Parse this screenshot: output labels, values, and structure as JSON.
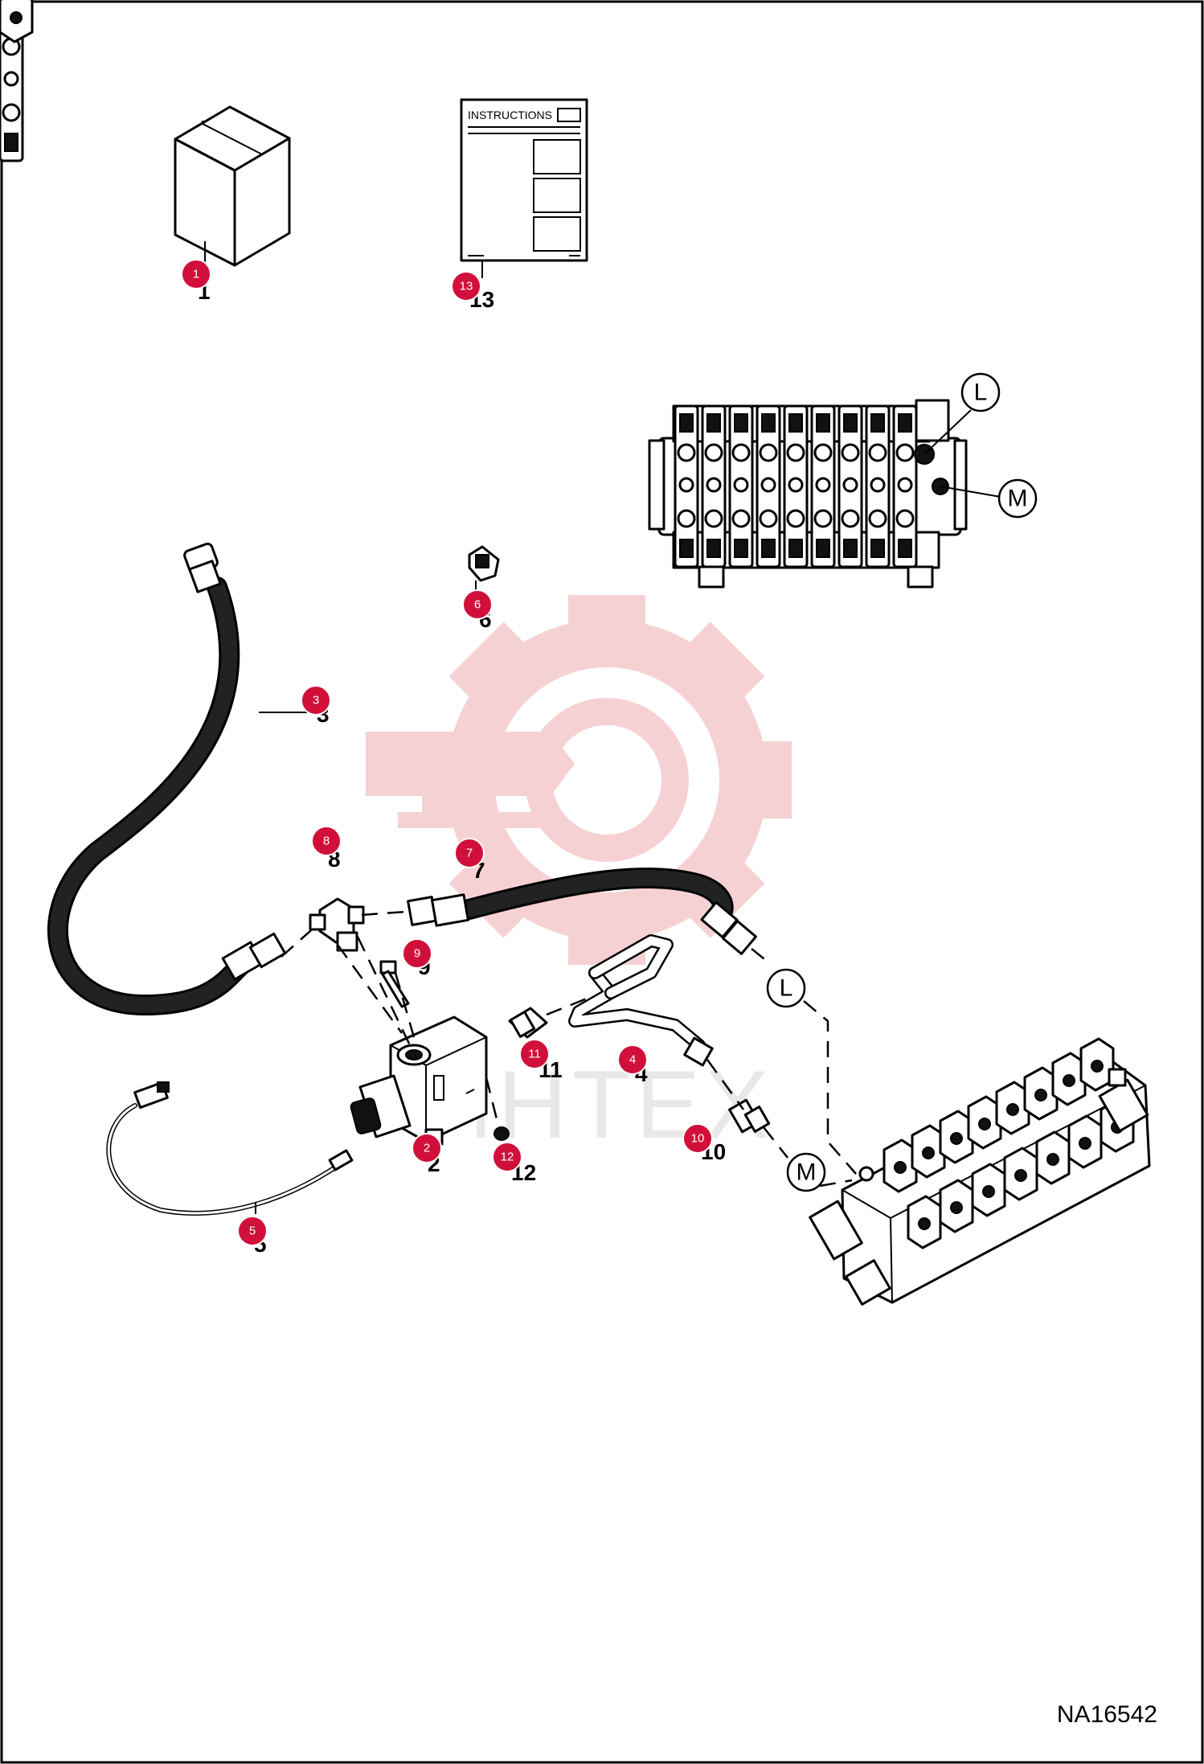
{
  "figure_id": "NA16542",
  "instructions_label": "INSTRUCTIONS",
  "watermark_text": "ИНТЕХ",
  "colors": {
    "badge": "#d0103a",
    "watermark": "#f5c9cc",
    "line": "#000000"
  },
  "callouts": [
    {
      "id": "1",
      "label": "1"
    },
    {
      "id": "2",
      "label": "2"
    },
    {
      "id": "3",
      "label": "3"
    },
    {
      "id": "4",
      "label": "4"
    },
    {
      "id": "5",
      "label": "5"
    },
    {
      "id": "6",
      "label": "6"
    },
    {
      "id": "7",
      "label": "7"
    },
    {
      "id": "8",
      "label": "8"
    },
    {
      "id": "9",
      "label": "9"
    },
    {
      "id": "10",
      "label": "10"
    },
    {
      "id": "11",
      "label": "11"
    },
    {
      "id": "12",
      "label": "12"
    },
    {
      "id": "13",
      "label": "13"
    }
  ],
  "connection_letters": [
    {
      "id": "L",
      "label": "L"
    },
    {
      "id": "M",
      "label": "M"
    }
  ],
  "icons": [
    "box-kit-icon",
    "instructions-sheet-icon",
    "control-valve-icon",
    "solenoid-valve-icon",
    "gear-watermark-icon"
  ]
}
